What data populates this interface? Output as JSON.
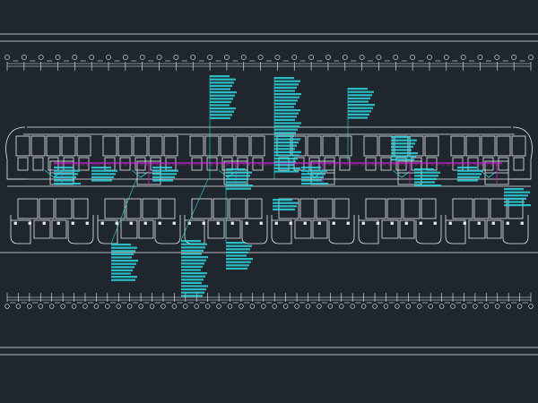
{
  "drawing": {
    "background": "#1f262e",
    "line_color": "#e8ecef",
    "annotation_color": "#2ed8e0",
    "pipe_color": "#d11fd1",
    "units": 6,
    "top_axis_bubbles": 32,
    "bottom_axis_bubbles": 48
  }
}
